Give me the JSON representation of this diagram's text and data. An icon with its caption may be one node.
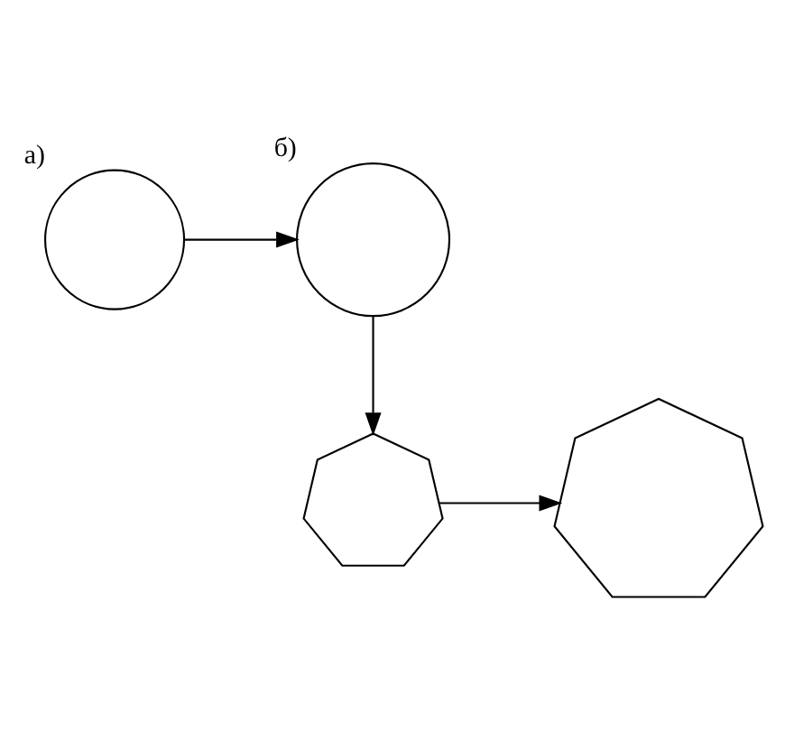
{
  "diagram": {
    "nodes": [
      {
        "text": [],
        "shape": "circle",
        "beside": [
          "а)"
        ]
      },
      {
        "text": [],
        "shape": "circle",
        "beside": [
          "б)"
        ]
      },
      {
        "text": [],
        "shape": "trefoil"
      },
      {
        "text": [],
        "shape": "trefoil"
      }
    ],
    "edges": [
      {
        "from": 0,
        "to": 1,
        "arrow": "to"
      },
      {
        "from": 1,
        "to": 2,
        "arrow": "to"
      },
      {
        "from": 2,
        "to": 3,
        "arrow": "to"
      }
    ]
  }
}
